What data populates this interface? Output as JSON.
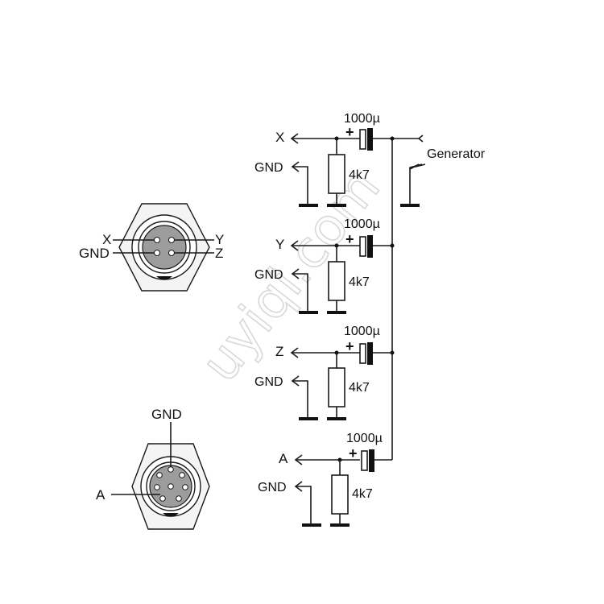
{
  "watermark": "uyiqi.com",
  "generator_label": "Generator",
  "stages": [
    {
      "output": "X",
      "gnd": "GND",
      "capacitor": "1000µ",
      "resistor": "4k7"
    },
    {
      "output": "Y",
      "gnd": "GND",
      "capacitor": "1000µ",
      "resistor": "4k7"
    },
    {
      "output": "Z",
      "gnd": "GND",
      "capacitor": "1000µ",
      "resistor": "4k7"
    },
    {
      "output": "A",
      "gnd": "GND",
      "capacitor": "1000µ",
      "resistor": "4k7"
    }
  ],
  "connector_4pin": {
    "left_top": "X",
    "left_bottom": "GND",
    "right_top": "Y",
    "right_bottom": "Z"
  },
  "connector_7pin": {
    "top": "GND",
    "left": "A"
  },
  "polarity_mark": "+"
}
